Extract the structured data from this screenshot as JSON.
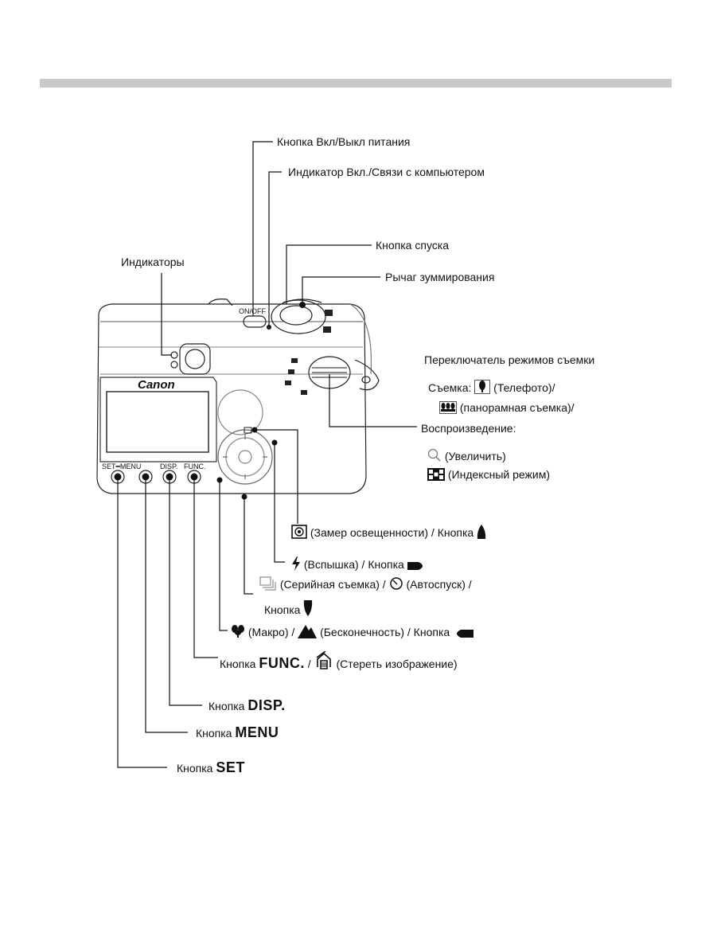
{
  "camera": {
    "brand": "Canon",
    "on_off": "ON/OFF",
    "set_menu": "SET━MENU",
    "disp": "DISP.",
    "func": "FUNC."
  },
  "labels": {
    "power_button": "Кнопка Вкл/Выкл питания",
    "power_indicator": "Индикатор Вкл./Связи с компьютером",
    "shutter_button": "Кнопка спуска",
    "zoom_lever": "Рычаг зуммирования",
    "indicators": "Индикаторы",
    "mode_switch": "Переключатель режимов съемки",
    "shooting_prefix": "Съемка:",
    "tele": "(Телефото)/",
    "panorama": "(панорамная съемка)/",
    "playback": "Воспроизведение:",
    "magnify": "(Увеличить)",
    "index_mode": "(Индексный режим)",
    "metering": "(Замер освещенности) / Кнопка",
    "flash": "(Вспышка) / Кнопка",
    "continuous": "(Серийная съемка) /",
    "selftimer": "(Автоспуск) /",
    "button_word": "Кнопка",
    "macro": "(Макро) /",
    "infinity": "(Бесконечность) / Кнопка",
    "func_prefix": "Кнопка",
    "func_name": "FUNC.",
    "func_sep": "/",
    "func_suffix": "(Стереть изображение)",
    "disp_prefix": "Кнопка",
    "disp_name": "DISP.",
    "menu_prefix": "Кнопка",
    "menu_name": "MENU",
    "set_prefix": "Кнопка",
    "set_name": "SET"
  }
}
